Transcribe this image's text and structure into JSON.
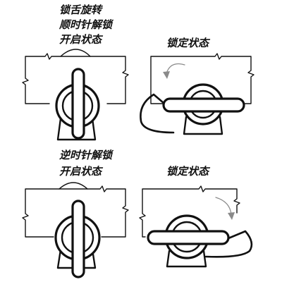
{
  "labels": {
    "top_left_line1": "锁舌旋转",
    "top_left_line2": "顺时针解锁",
    "top_left_line3": "开启状态",
    "top_right": "锁定状态",
    "bottom_left_line1": "逆时针解锁",
    "bottom_left_line2": "开启状态",
    "bottom_right": "锁定状态"
  },
  "colors": {
    "ink": "#111111",
    "arrow": "#8a8a8a",
    "background": "#ffffff"
  }
}
